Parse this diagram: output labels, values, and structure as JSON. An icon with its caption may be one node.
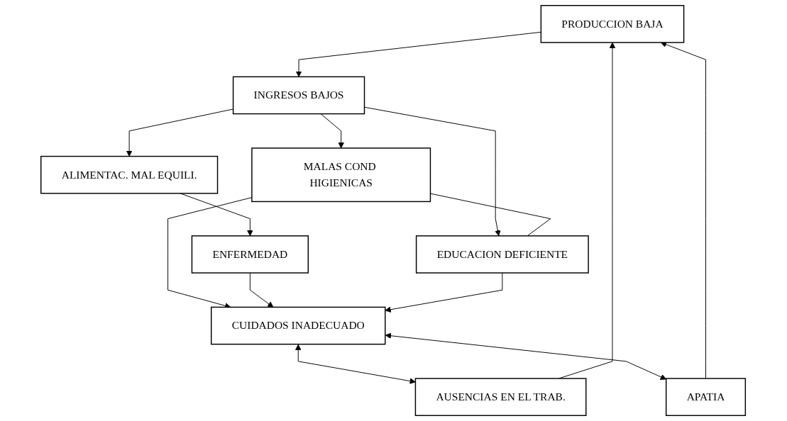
{
  "diagram": {
    "nodes": [
      {
        "text": [
          "PRODUCCION BAJA"
        ]
      },
      {
        "text": [
          "INGRESOS BAJOS"
        ]
      },
      {
        "text": [
          "AUSENCIAS EN EL TRAB."
        ]
      },
      {
        "text": [
          "APATIA"
        ]
      },
      {
        "text": [
          "MALAS COND HIGIENICAS"
        ]
      },
      {
        "text": [
          "ALIMENTAC. MAL EQUILI."
        ]
      },
      {
        "text": [
          "EDUCACION DEFICIENTE"
        ]
      },
      {
        "text": [
          "CUIDADOS INADECUADO"
        ]
      },
      {
        "text": [
          "ENFERMEDAD"
        ]
      }
    ],
    "edges": [
      {
        "from": 0,
        "to": 1,
        "arrow": "to"
      },
      {
        "from": 2,
        "to": 0,
        "arrow": "to"
      },
      {
        "from": 3,
        "to": 0,
        "arrow": "to"
      },
      {
        "from": 1,
        "to": 4,
        "arrow": "to"
      },
      {
        "from": 1,
        "to": 5,
        "arrow": "to"
      },
      {
        "from": 1,
        "to": 6,
        "arrow": "to"
      },
      {
        "from": 7,
        "to": 2,
        "arrow": "both"
      },
      {
        "from": 7,
        "to": 3,
        "arrow": "both"
      },
      {
        "from": 4,
        "to": 6,
        "arrow": "none"
      },
      {
        "from": 4,
        "to": 7,
        "arrow": "to"
      },
      {
        "from": 5,
        "to": 8,
        "arrow": "to"
      },
      {
        "from": 8,
        "to": 7,
        "arrow": "to"
      },
      {
        "from": 6,
        "to": 7,
        "arrow": "to"
      }
    ]
  }
}
